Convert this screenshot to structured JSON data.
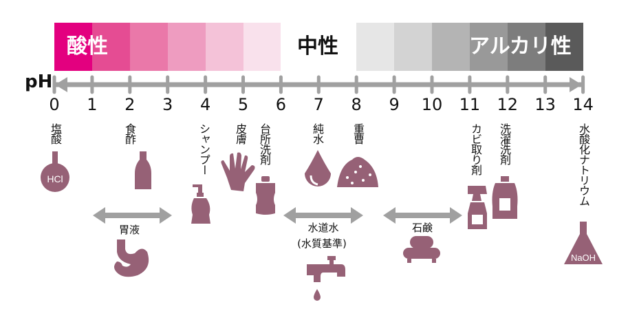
{
  "bands": {
    "acid": "酸性",
    "neutral": "中性",
    "alkaline": "アルカリ性"
  },
  "axis_label": "pH",
  "ticks": [
    "0",
    "1",
    "2",
    "3",
    "4",
    "5",
    "6",
    "7",
    "8",
    "9",
    "10",
    "11",
    "12",
    "13",
    "14"
  ],
  "colors": [
    "#e3007f",
    "#e54c93",
    "#ea78a9",
    "#ee9cc0",
    "#f4c2d8",
    "#f9e1ec",
    "#ffffff",
    "#ffffff",
    "#e6e6e6",
    "#d3d3d3",
    "#b4b4b4",
    "#999999",
    "#7d7d7d",
    "#5a5a5a"
  ],
  "icon_color": "#966176",
  "items": {
    "hcl": {
      "label": "塩酸",
      "icon_text": "HCl"
    },
    "vinegar": {
      "label": "食酢"
    },
    "shampoo": {
      "label": "シャンプー"
    },
    "skin": {
      "label": "皮膚"
    },
    "dish": {
      "label": "台所洗剤"
    },
    "water": {
      "label": "純水"
    },
    "soda": {
      "label": "重曹"
    },
    "mold": {
      "label": "カビ取り剤"
    },
    "laundry": {
      "label": "洗濯洗剤"
    },
    "naoh": {
      "label": "水酸化ナトリウム",
      "icon_text": "NaOH"
    }
  },
  "ranges": {
    "gastric": {
      "label": "胃液"
    },
    "tap": {
      "label": "水道水",
      "sub": "(水質基準)"
    },
    "soap": {
      "label": "石鹸"
    }
  }
}
